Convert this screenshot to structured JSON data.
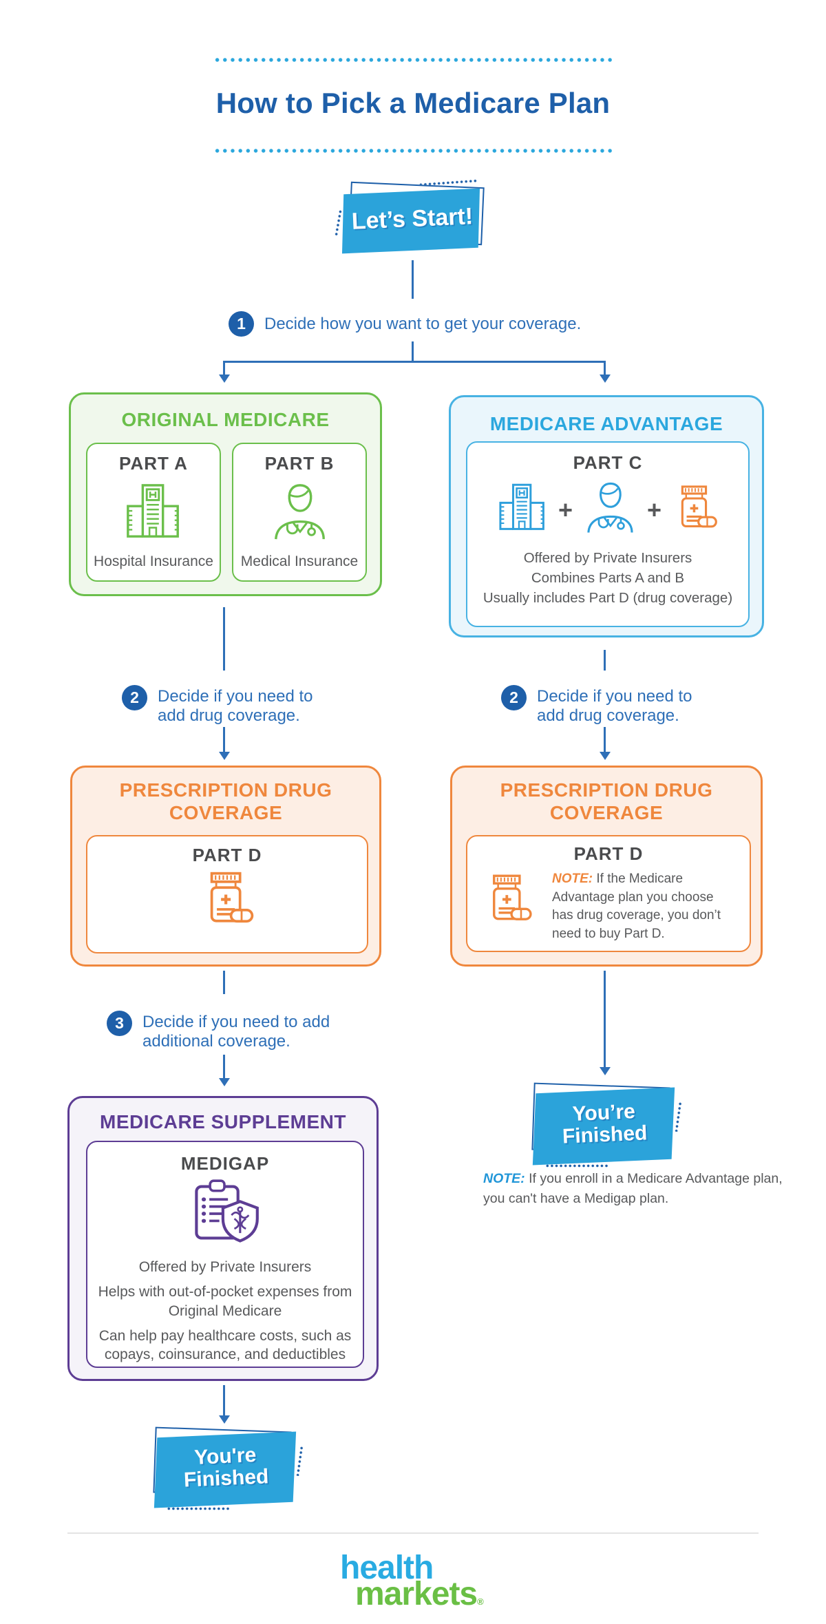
{
  "header": {
    "title": "How to Pick a Medicare Plan"
  },
  "banners": {
    "start": "Let’s Start!",
    "finished_right": {
      "line1": "You’re",
      "line2": "Finished"
    },
    "finished_left": {
      "line1": "You're",
      "line2": "Finished"
    }
  },
  "steps": {
    "one": {
      "num": "1",
      "text": "Decide how you want to get your coverage."
    },
    "two_left": {
      "num": "2",
      "line1": "Decide if you need to",
      "line2": "add drug coverage."
    },
    "two_right": {
      "num": "2",
      "line1": "Decide if you need to",
      "line2": "add drug coverage."
    },
    "three": {
      "num": "3",
      "line1": "Decide if you need to add",
      "line2": "additional coverage."
    }
  },
  "original_medicare": {
    "title": "ORIGINAL MEDICARE",
    "part_a": {
      "name": "PART A",
      "caption": "Hospital Insurance"
    },
    "part_b": {
      "name": "PART B",
      "caption": "Medical Insurance"
    }
  },
  "medicare_advantage": {
    "title": "MEDICARE ADVANTAGE",
    "part": "PART C",
    "plus": "+",
    "lines": [
      "Offered by Private Insurers",
      "Combines Parts A and B",
      "Usually includes Part D (drug coverage)"
    ]
  },
  "pdc_left": {
    "title_line1": "PRESCRIPTION DRUG",
    "title_line2": "COVERAGE",
    "part": "PART D"
  },
  "pdc_right": {
    "title_line1": "PRESCRIPTION DRUG",
    "title_line2": "COVERAGE",
    "part": "PART D",
    "note_label": "NOTE:",
    "note_text": " If the Medicare Advantage plan you choose has drug coverage, you don’t need to buy Part D."
  },
  "medicare_supplement": {
    "title": "MEDICARE SUPPLEMENT",
    "part": "MEDIGAP",
    "lines": [
      "Offered by Private Insurers",
      "Helps with out-of-pocket expenses from Original Medicare",
      "Can help pay healthcare costs, such as copays, coinsurance, and deductibles"
    ]
  },
  "note_right": {
    "label": "NOTE:",
    "text": " If you enroll in a Medicare Advantage plan, you can't have a Medigap plan."
  },
  "logo": {
    "word1": "health",
    "word2": "markets",
    "reg": "®"
  },
  "colors": {
    "title_blue": "#1e5fa9",
    "flow_blue": "#2e6fb7",
    "banner_blue": "#2ba3da",
    "dotted_blue": "#2aa7dd",
    "green": "#6bbf4b",
    "advantage_blue": "#47b2e3",
    "orange": "#ef873d",
    "purple": "#5d3d94",
    "text_gray": "#58595b",
    "logo_blue": "#29abe2",
    "logo_green": "#6abf45"
  }
}
